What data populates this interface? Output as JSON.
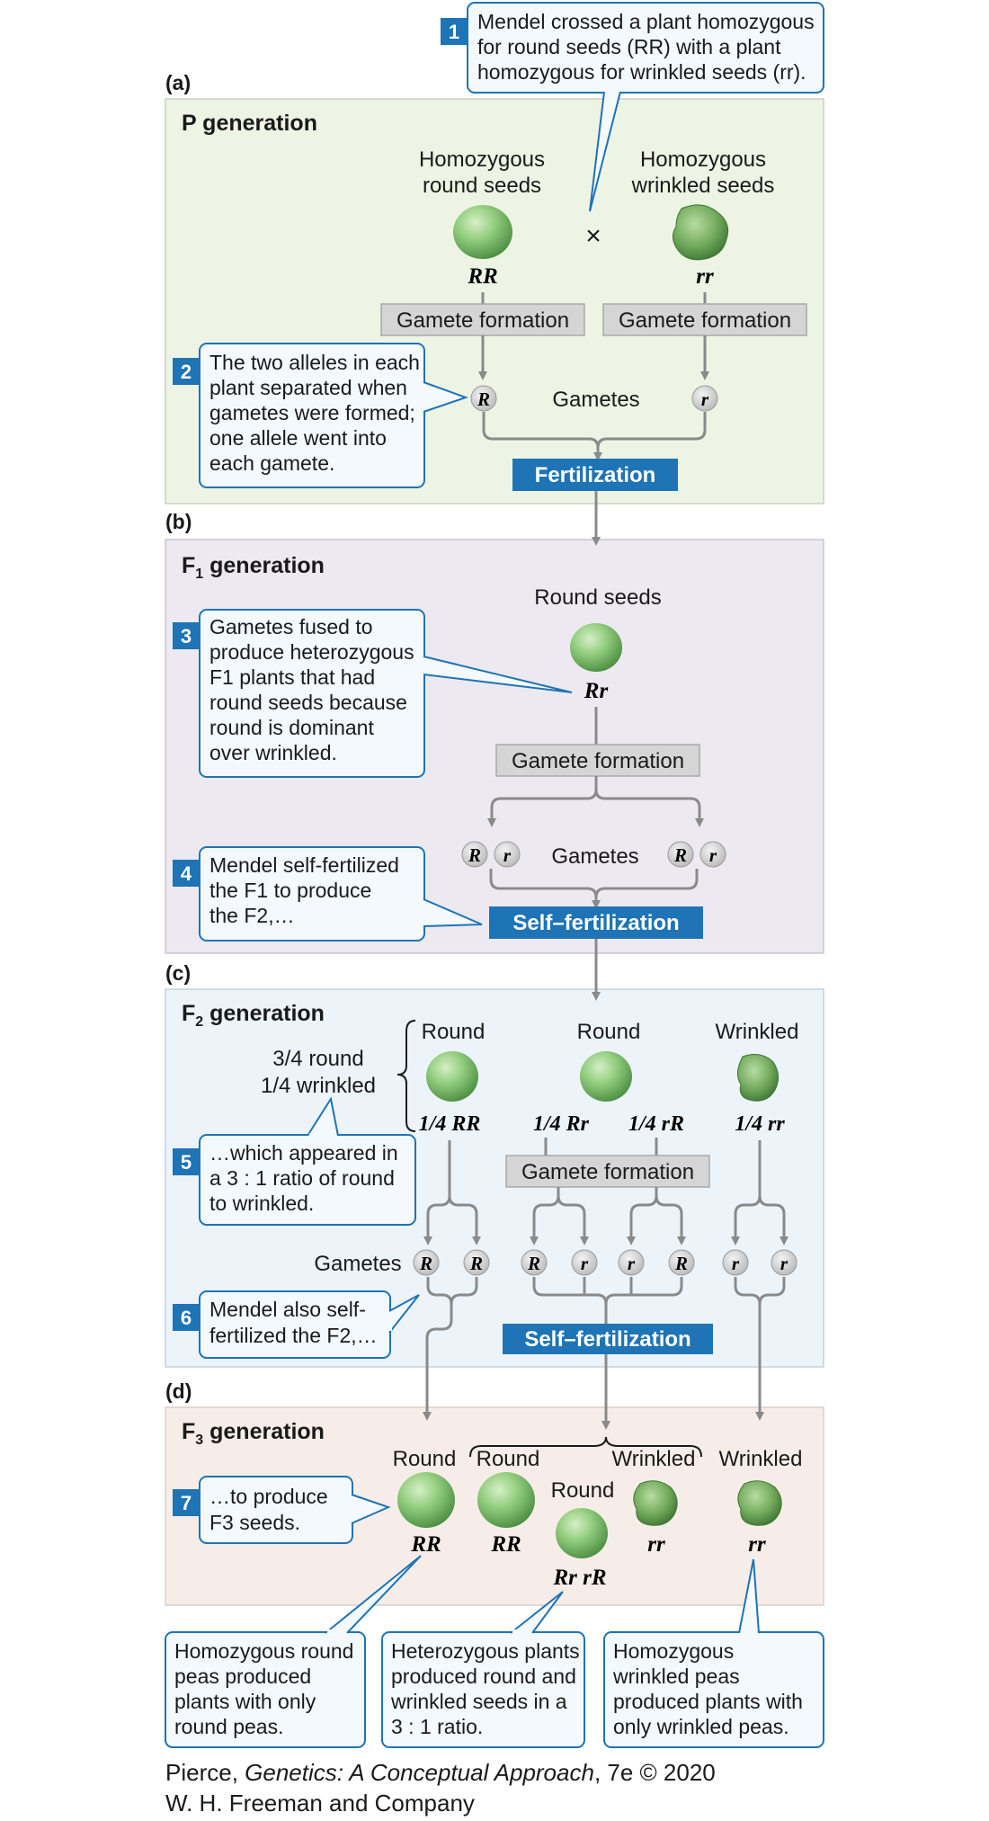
{
  "colors": {
    "panel_p": "#eef4e4",
    "panel_f1": "#ece9f1",
    "panel_f2": "#ecf4fa",
    "panel_f3": "#f7ede8",
    "accent_blue": "#1e74b4",
    "arrow_gray": "#8a8a8a",
    "pea_smooth": "#8cc97a",
    "pea_wrinkled": "#76ad5f"
  },
  "sections": {
    "a": {
      "letter": "(a)",
      "title": "P generation"
    },
    "b": {
      "letter": "(b)",
      "title_main": "F",
      "title_sub": "1",
      "title_rest": " generation"
    },
    "c": {
      "letter": "(c)",
      "title_main": "F",
      "title_sub": "2",
      "title_rest": " generation"
    },
    "d": {
      "letter": "(d)",
      "title_main": "F",
      "title_sub": "3",
      "title_rest": " generation"
    }
  },
  "p_gen": {
    "round_label": [
      "Homozygous",
      "round seeds"
    ],
    "wrinkled_label": [
      "Homozygous",
      "wrinkled seeds"
    ],
    "cross": "×",
    "round_genotype": "RR",
    "wrinkled_genotype": "rr",
    "gamete_formation": "Gamete formation",
    "gamete_R": "R",
    "gamete_r": "r",
    "gametes": "Gametes",
    "fertilization": "Fertilization"
  },
  "f1_gen": {
    "label": "Round seeds",
    "genotype": "Rr",
    "gamete_formation": "Gamete formation",
    "gametes_left": [
      "R",
      "r"
    ],
    "gametes_right": [
      "R",
      "r"
    ],
    "gametes": "Gametes",
    "self_fertilization": "Self–fertilization"
  },
  "f2_gen": {
    "ratio": [
      "3/4 round",
      "1/4 wrinkled"
    ],
    "col1_label": "Round",
    "col2_label": "Round",
    "col3_label": "Wrinkled",
    "col1_genotype": "1/4 RR",
    "col2_genotype_a": "1/4 Rr",
    "col2_genotype_b": "1/4 rR",
    "col3_genotype": "1/4 rr",
    "gamete_formation": "Gamete formation",
    "gametes": "Gametes",
    "gametes_col1": [
      "R",
      "R"
    ],
    "gametes_col2": [
      "R",
      "r",
      "r",
      "R"
    ],
    "gametes_col3": [
      "r",
      "r"
    ],
    "self_fertilization": "Self–fertilization"
  },
  "f3_gen": {
    "labels": [
      "Round",
      "Round",
      "Round",
      "Wrinkled",
      "Wrinkled"
    ],
    "genotypes": [
      "RR",
      "RR",
      "Rr rR",
      "rr",
      "rr"
    ]
  },
  "callouts": [
    {
      "n": "1",
      "lines": [
        "Mendel crossed a plant homozygous",
        "for round seeds (RR) with a plant",
        "homozygous for wrinkled seeds (rr)."
      ]
    },
    {
      "n": "2",
      "lines": [
        "The two alleles in each",
        "plant separated when",
        "gametes were formed;",
        "one allele went into",
        "each gamete."
      ]
    },
    {
      "n": "3",
      "lines": [
        "Gametes fused to",
        "produce heterozygous",
        "F1 plants that had",
        "round seeds because",
        "round is dominant",
        "over wrinkled."
      ]
    },
    {
      "n": "4",
      "lines": [
        "Mendel self-fertilized",
        "the F1 to produce",
        "the F2,…"
      ]
    },
    {
      "n": "5",
      "lines": [
        "…which appeared in",
        "a 3 : 1 ratio of round",
        "to wrinkled."
      ]
    },
    {
      "n": "6",
      "lines": [
        "Mendel also self-",
        "fertilized the F2,…"
      ]
    },
    {
      "n": "7",
      "lines": [
        "…to produce",
        "F3 seeds."
      ]
    }
  ],
  "bottom_boxes": [
    {
      "lines": [
        "Homozygous round",
        "peas produced",
        "plants with only",
        "round peas."
      ]
    },
    {
      "lines": [
        "Heterozygous plants",
        "produced round and",
        "wrinkled seeds in a",
        "3 : 1 ratio."
      ]
    },
    {
      "lines": [
        "Homozygous",
        "wrinkled peas",
        "produced plants with",
        "only wrinkled peas."
      ]
    }
  ],
  "credit": {
    "author": "Pierce, ",
    "book": "Genetics: A Conceptual Approach",
    "edition": ", 7e © 2020",
    "publisher": "W. H. Freeman and Company"
  }
}
